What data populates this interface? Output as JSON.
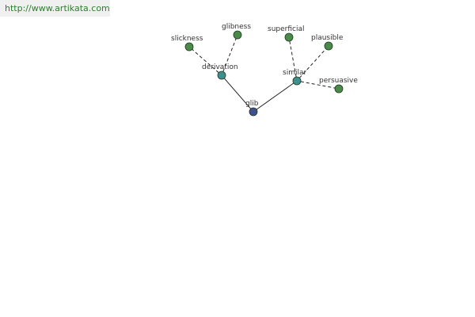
{
  "source_url": "http://www.artikata.com",
  "graph": {
    "root": "glib",
    "nodes": [
      {
        "id": "glib",
        "label": "glib",
        "kind": "root",
        "color": "#3f4f8f"
      },
      {
        "id": "derivation",
        "label": "derivation",
        "kind": "relation",
        "color": "#3f8f8f"
      },
      {
        "id": "similar",
        "label": "similar",
        "kind": "relation",
        "color": "#3f8f8f"
      },
      {
        "id": "slickness",
        "label": "slickness",
        "kind": "word",
        "color": "#4a8a4a"
      },
      {
        "id": "glibness",
        "label": "glibness",
        "kind": "word",
        "color": "#4a8a4a"
      },
      {
        "id": "superficial",
        "label": "superficial",
        "kind": "word",
        "color": "#4a8a4a"
      },
      {
        "id": "plausible",
        "label": "plausible",
        "kind": "word",
        "color": "#4a8a4a"
      },
      {
        "id": "persuasive",
        "label": "persuasive",
        "kind": "word",
        "color": "#4a8a4a"
      }
    ],
    "edges": [
      {
        "from": "glib",
        "to": "derivation",
        "style": "solid"
      },
      {
        "from": "glib",
        "to": "similar",
        "style": "solid"
      },
      {
        "from": "derivation",
        "to": "slickness",
        "style": "dashed"
      },
      {
        "from": "derivation",
        "to": "glibness",
        "style": "dashed"
      },
      {
        "from": "similar",
        "to": "superficial",
        "style": "dashed"
      },
      {
        "from": "similar",
        "to": "plausible",
        "style": "dashed"
      },
      {
        "from": "similar",
        "to": "persuasive",
        "style": "dashed"
      }
    ]
  }
}
